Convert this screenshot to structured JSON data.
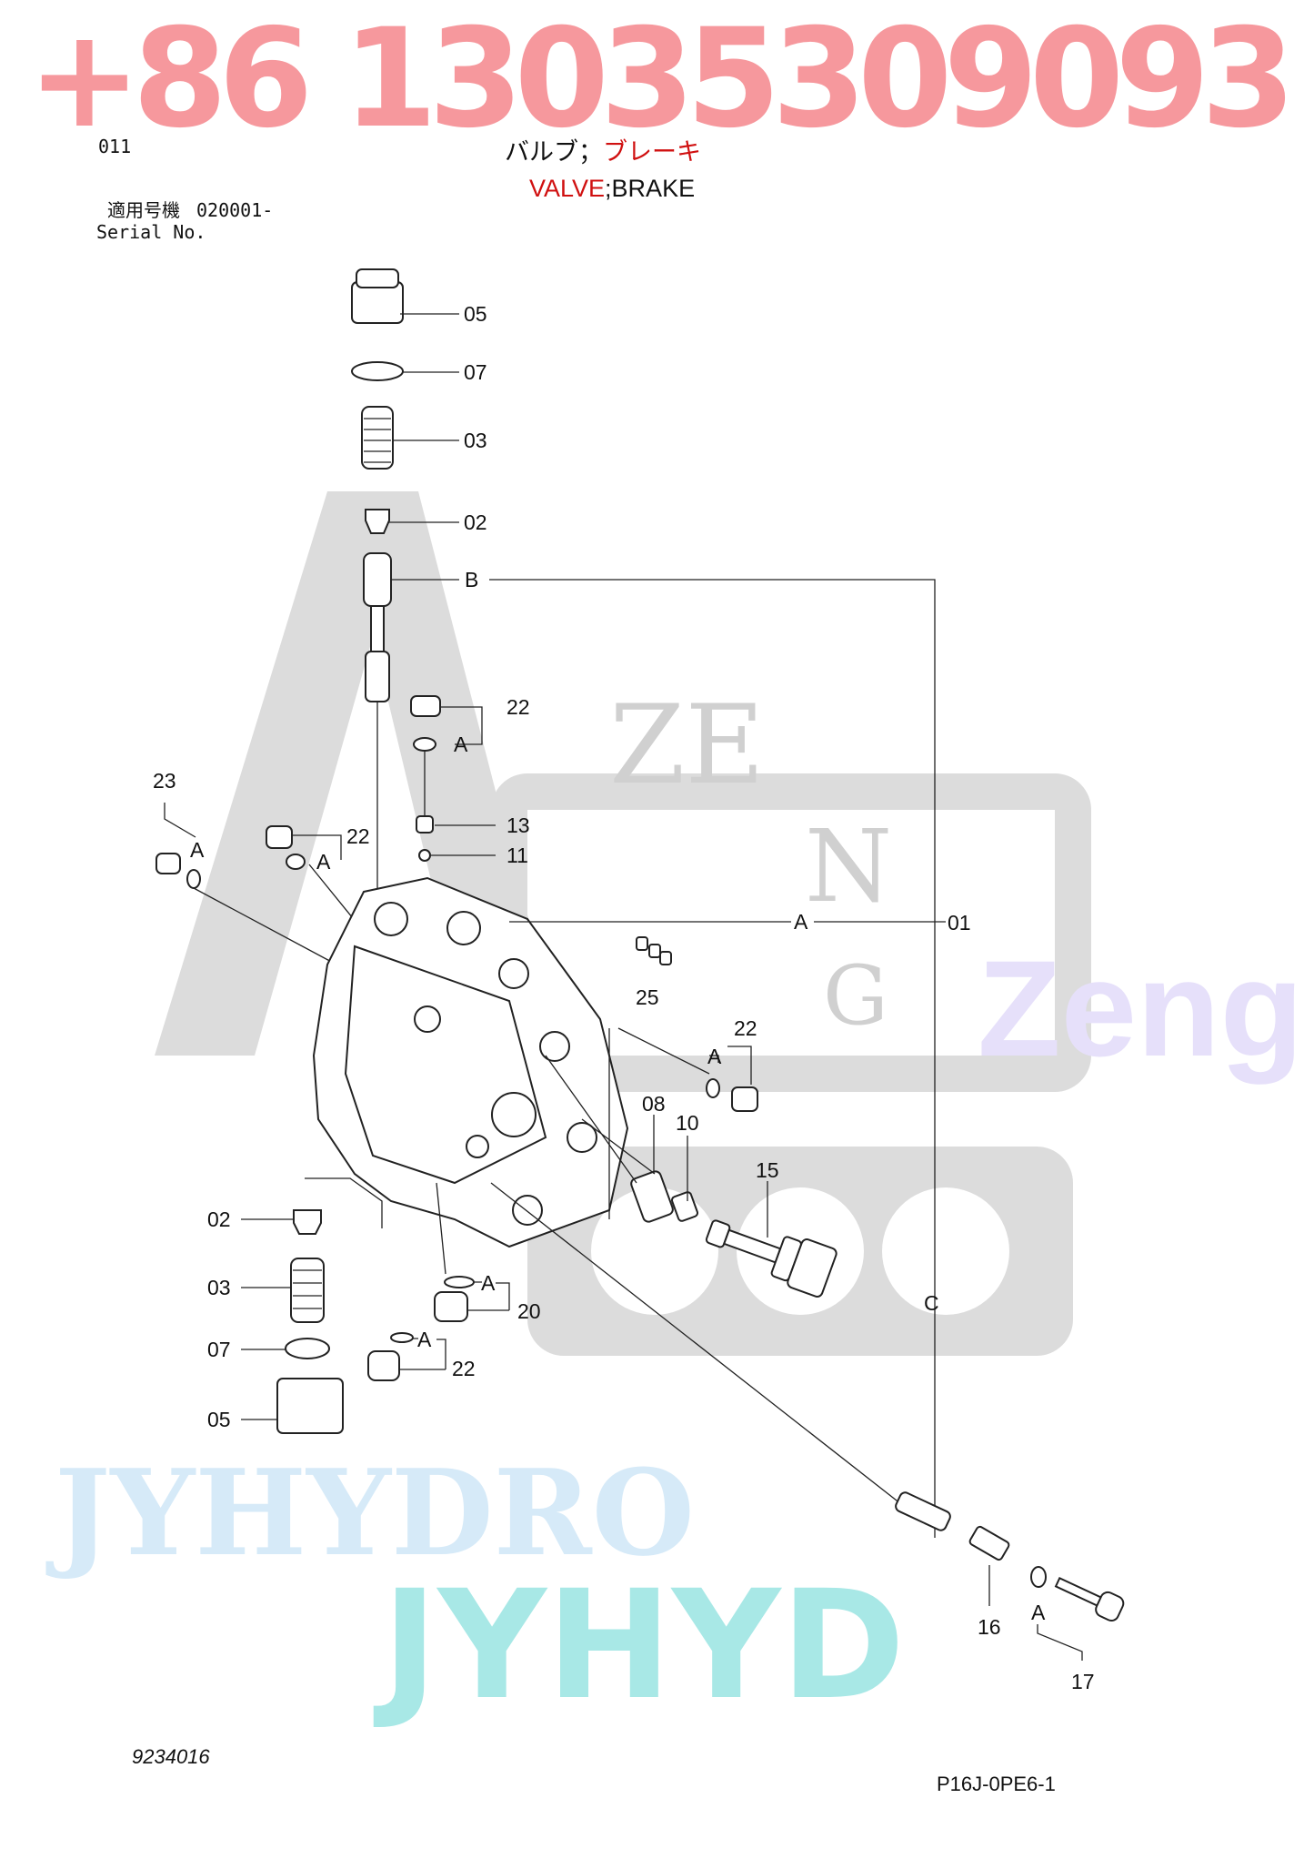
{
  "header": {
    "page_number": "011",
    "title_jp_black": "バルブ；",
    "title_jp_red": "ブレーキ",
    "title_en_red": "VALVE",
    "title_en_black": ";BRAKE",
    "serial_label_jp": "適用号機",
    "serial_value": "020001-",
    "serial_label_en": "Serial No."
  },
  "footer": {
    "drawing_number": "9234016",
    "page_code": "P16J-0PE6-1"
  },
  "watermarks": {
    "phone": "+86 13035309093",
    "brand_cyan": "JYHYD",
    "brand_blue": "JYHYDRO",
    "brand_lavender": "Zeng",
    "logo_letters": [
      "ZE",
      "N",
      "G"
    ]
  },
  "labels": {
    "p05_top": "05",
    "p07_top": "07",
    "p03_top": "03",
    "p02_top": "02",
    "ref_B": "B",
    "p22_a": "22",
    "ref_A1": "A",
    "p13": "13",
    "p11": "11",
    "p23": "23",
    "ref_A2": "A",
    "p22_b": "22",
    "ref_A3": "A",
    "ref_A4": "A",
    "p01": "01",
    "p25": "25",
    "p22_c": "22",
    "ref_A5": "A",
    "p08": "08",
    "p10": "10",
    "p15": "15",
    "p02_bot": "02",
    "p03_bot": "03",
    "ref_A6": "A",
    "p20": "20",
    "p07_bot": "07",
    "ref_A7": "A",
    "p22_d": "22",
    "p05_bot": "05",
    "ref_C": "C",
    "p16": "16",
    "ref_A8": "A",
    "p17": "17"
  },
  "colors": {
    "phone_watermark": "#f4868c",
    "cyan_watermark": "#a8e8e6",
    "blue_watermark": "#d6eaf8",
    "lavender_watermark": "#e6e0fa",
    "logo_gray": "#d9d9d9",
    "title_red": "#d01010"
  }
}
